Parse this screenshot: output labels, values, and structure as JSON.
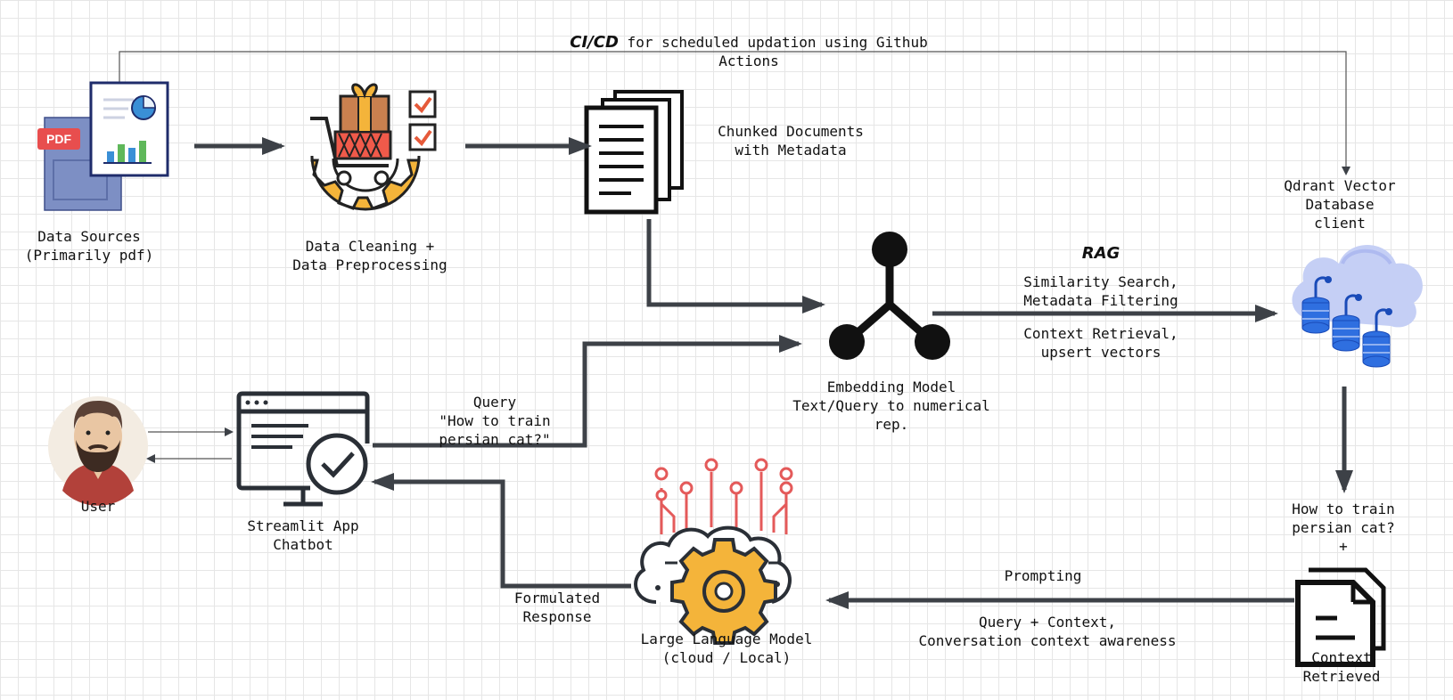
{
  "cicd": {
    "prefix": "CI/CD",
    "text": " for scheduled updation using Github",
    "line2": "Actions"
  },
  "nodes": {
    "data_sources": {
      "line1": "Data Sources",
      "line2": "(Primarily pdf)",
      "pdf_badge": "PDF"
    },
    "cleaning": {
      "line1": "Data Cleaning +",
      "line2": "Data Preprocessing"
    },
    "chunked": {
      "line1": "Chunked Documents",
      "line2": "with Metadata"
    },
    "qdrant": {
      "line1": "Qdrant Vector",
      "line2": "Database",
      "line3": "client"
    },
    "embedding": {
      "line1": "Embedding Model",
      "line2": "Text/Query to numerical",
      "line3": "rep."
    },
    "user": {
      "label": "User"
    },
    "streamlit": {
      "line1": "Streamlit App",
      "line2": "Chatbot"
    },
    "llm": {
      "line1": "Large Language Model",
      "line2": "(cloud / Local)"
    },
    "context": {
      "line1": "Context",
      "line2": "Retrieved"
    }
  },
  "edges": {
    "rag": {
      "title": "RAG",
      "above1": "Similarity Search,",
      "above2": "Metadata Filtering",
      "below1": "Context Retrieval,",
      "below2": "upsert vectors"
    },
    "query": {
      "line1": "Query",
      "line2": "\"How to train",
      "line3": "persian cat?\""
    },
    "question": {
      "line1": "How to train",
      "line2": "persian cat?",
      "line3": "+"
    },
    "prompting": {
      "above": "Prompting",
      "below1": "Query + Context,",
      "below2": "Conversation context awareness"
    },
    "response": {
      "line1": "Formulated",
      "line2": "Response"
    }
  },
  "colors": {
    "arrow": "#3d4147",
    "pdf_red": "#e84e4e",
    "chart_blue": "#3a8fd6",
    "gear_gold": "#f4b43a",
    "cloud_blue": "#b9c4f2",
    "db_blue": "#2f6fe0",
    "circuit_red": "#e45a5a",
    "check_red": "#e65a3a"
  }
}
